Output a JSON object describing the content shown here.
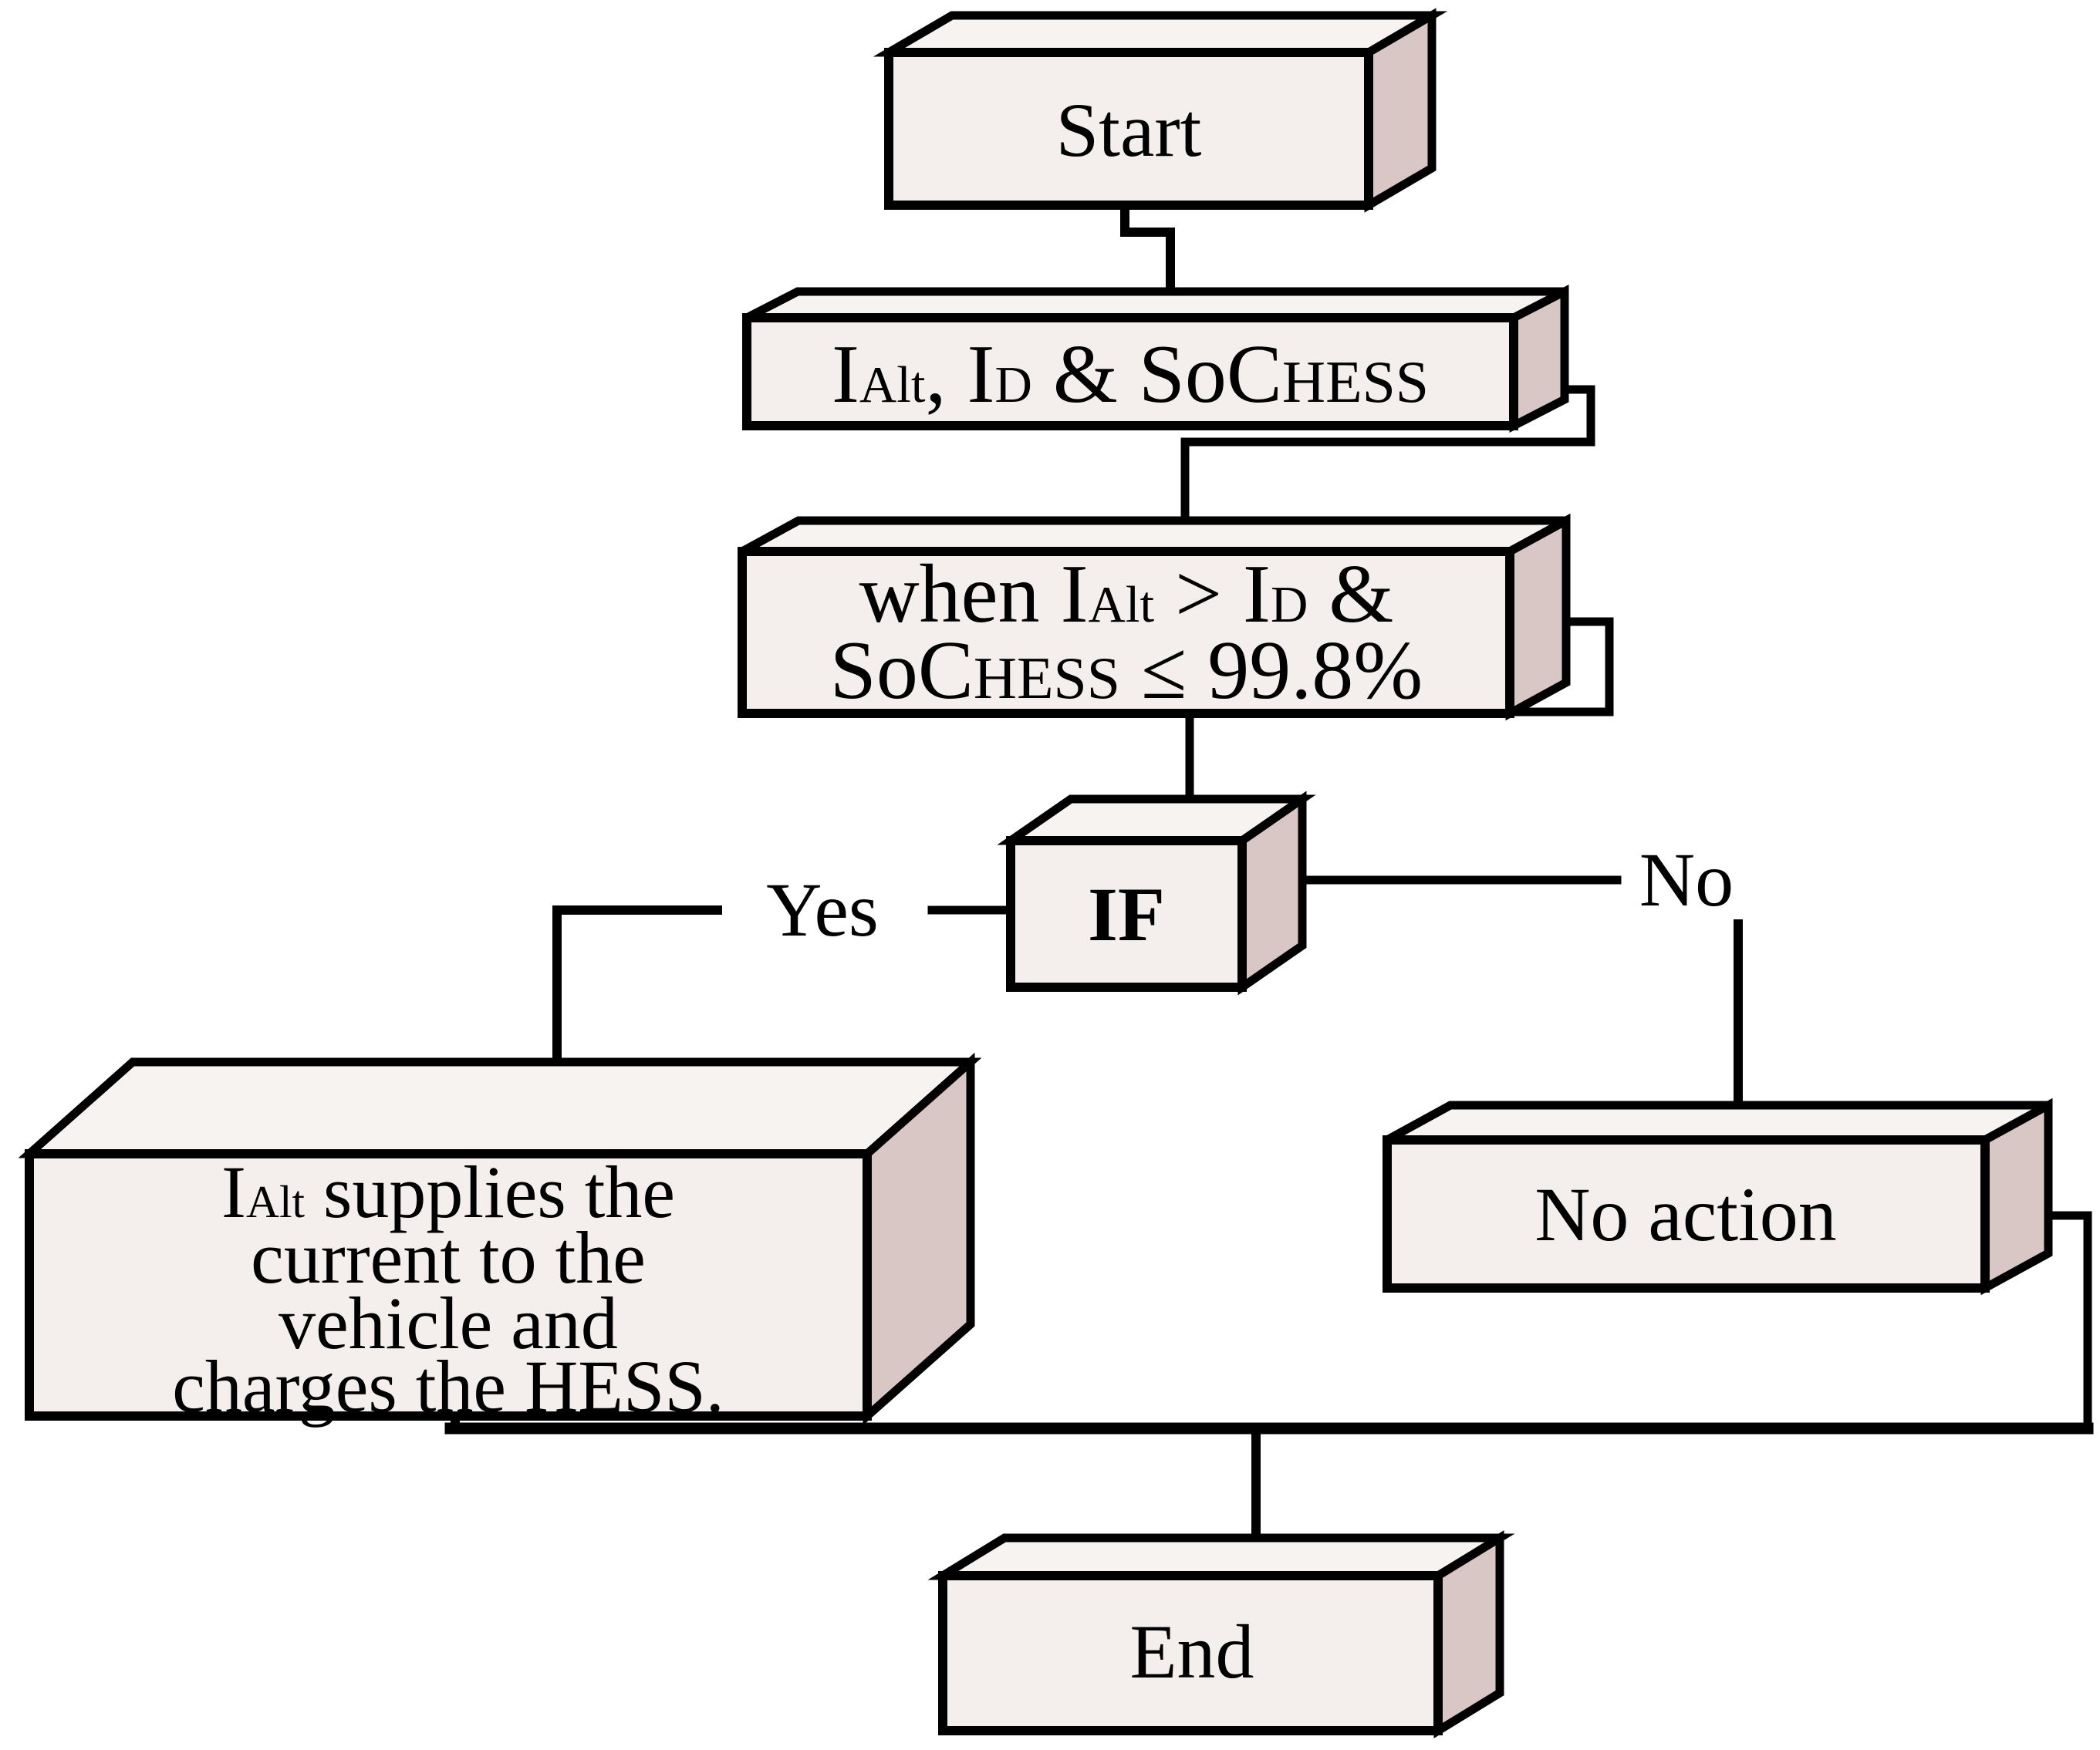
{
  "diagram": {
    "type": "flowchart",
    "background": "#ffffff",
    "colors": {
      "box_front": "#f4efed",
      "box_top": "#f7f3f1",
      "box_side": "#d9c7c5",
      "line": "#000000"
    },
    "nodes": {
      "start": {
        "label": "Start"
      },
      "io": {
        "seg": [
          "I",
          "Alt",
          ", I",
          "D",
          " & SoC",
          "HESS"
        ]
      },
      "cond": {
        "l1": [
          "when I",
          "Alt",
          " > I",
          "D",
          " &"
        ],
        "l2": [
          "SoC",
          "HESS",
          " ≤ 99.8%"
        ]
      },
      "decision": {
        "label": "IF"
      },
      "yes_action": {
        "l1": [
          "I",
          "Alt",
          " supplies the"
        ],
        "l2": "current to the",
        "l3": "vehicle and",
        "l4": "charges the HESS."
      },
      "no_action": {
        "label": "No action"
      },
      "end": {
        "label": "End"
      }
    },
    "edge_labels": {
      "yes": "Yes",
      "no": "No"
    }
  }
}
